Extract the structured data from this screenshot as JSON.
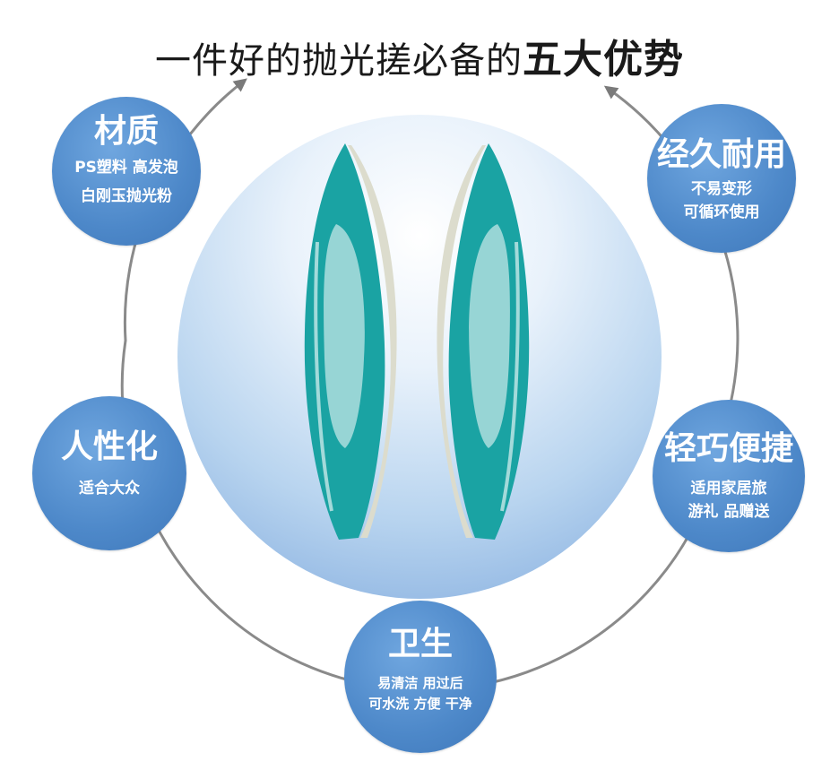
{
  "title": {
    "prefix": "一件好的抛光搓必备的",
    "emphasis": "五大优势"
  },
  "colors": {
    "circle": "#4d88c9",
    "handle": "#1aa3a3",
    "ring": "#8a8a8a"
  },
  "icons": {
    "product": "polishing-handle-pair"
  },
  "features": {
    "material": {
      "head": "材质",
      "line1": "PS塑料  高发泡",
      "line2": "白刚玉抛光粉"
    },
    "durable": {
      "head": "经久耐用",
      "line1": "不易变形",
      "line2": "可循环使用"
    },
    "humane": {
      "head": "人性化",
      "line1": "适合大众"
    },
    "portable": {
      "head": "轻巧便捷",
      "line1": "适用家居旅",
      "line2": "游礼  品赠送"
    },
    "hygiene": {
      "head": "卫生",
      "line1": "易清洁  用过后",
      "line2": "可水洗  方便  干净"
    }
  }
}
